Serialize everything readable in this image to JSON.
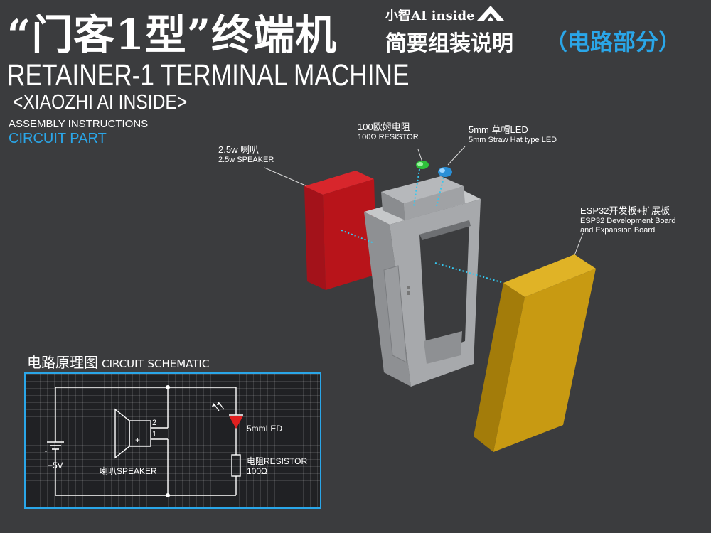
{
  "header": {
    "title_cn": "“门客1型”终端机",
    "brand": "小智AI inside",
    "subtitle_cn": "简要组装说明",
    "subtitle_part": "（电路部分）",
    "title_en": "RETAINER-1 TERMINAL MACHINE",
    "title_en_sub": "<XIAOZHI AI INSIDE>",
    "assembly": "ASSEMBLY INSTRUCTIONS",
    "circuit_part": "CIRCUIT PART"
  },
  "callouts": {
    "speaker": {
      "cn": "2.5w 喇叭",
      "en": "2.5w SPEAKER"
    },
    "resistor": {
      "cn": "100欧姆电阻",
      "en": "100Ω RESISTOR"
    },
    "led": {
      "cn": "5mm 草帽LED",
      "en": "5mm Straw Hat type LED"
    },
    "board": {
      "cn": "ESP32开发板+扩展板",
      "en1": "ESP32 Development Board",
      "en2": "and Expansion Board"
    }
  },
  "schematic": {
    "heading_cn": "电路原理图",
    "heading_en": "CIRCUIT SCHEMATIC",
    "led_label": "5mmLED",
    "resistor_label_1": "电阻RESISTOR",
    "resistor_label_2": "100Ω",
    "speaker_label": "喇叭SPEAKER",
    "power_label": "+5V",
    "pin2": "2",
    "pin1": "1",
    "plus": "+",
    "minus": "-"
  },
  "colors": {
    "background": "#3b3c3e",
    "accent_blue": "#2aa6e8",
    "speaker_red": "#b8141a",
    "board_gold": "#c89a12",
    "frame_gray": "#a7a9ac",
    "led_red": "#e02020"
  }
}
